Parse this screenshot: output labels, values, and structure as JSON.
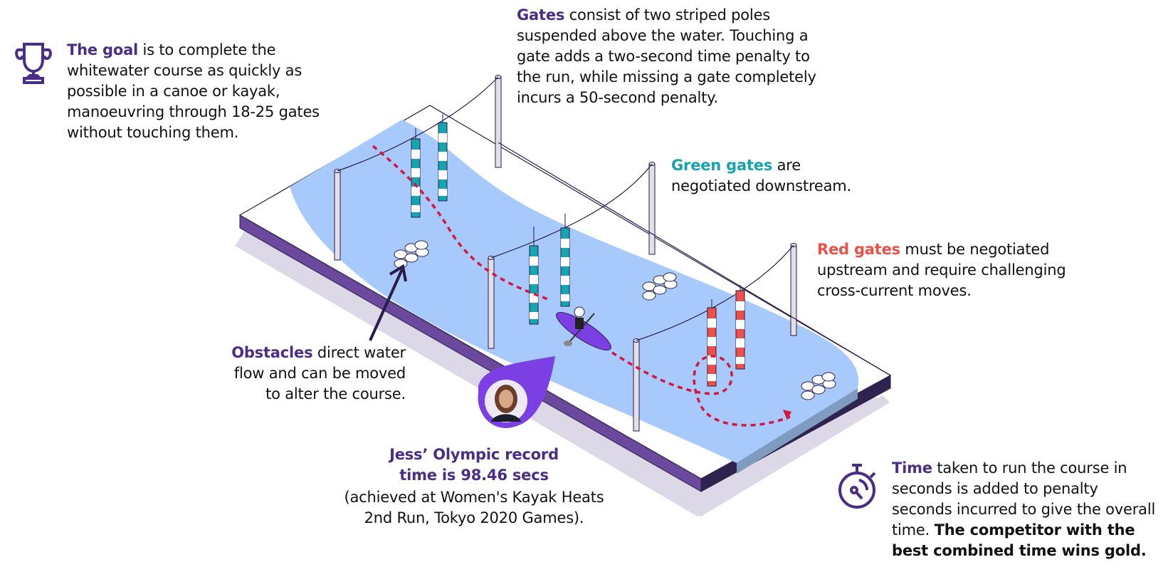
{
  "colors": {
    "purple": "#4a2d86",
    "teal": "#16a5ae",
    "red": "#ee5047",
    "water": "#a8c9fb",
    "kayak": "#7b3fe4",
    "board_side": "#6b4a9e",
    "shadow": "#dad6e6"
  },
  "icons": {
    "trophy": "trophy-icon",
    "stopwatch": "stopwatch-icon"
  },
  "goal": {
    "lead": "The goal",
    "lines": [
      " is to complete the",
      "whitewater course as quickly as",
      "possible in a canoe or kayak,",
      "manoeuvring through 18-25 gates",
      "without touching them."
    ]
  },
  "gates": {
    "lead": "Gates",
    "lines": [
      " consist of two striped poles",
      "suspended above the water. Touching a",
      "gate adds a two-second time penalty to",
      "the run, while missing a gate completely",
      "incurs a 50-second penalty."
    ]
  },
  "green_gates": {
    "lead": "Green gates",
    "lines": [
      " are",
      "negotiated downstream."
    ]
  },
  "red_gates": {
    "lead": "Red gates",
    "lines": [
      " must be negotiated",
      "upstream and require challenging",
      "cross-current moves."
    ]
  },
  "obstacles": {
    "lead": "Obstacles",
    "lines": [
      " direct water",
      "flow and can be moved",
      "to alter the course."
    ]
  },
  "record": {
    "title_lines": [
      "Jess’ Olympic record",
      "time is 98.46 secs"
    ],
    "detail_lines": [
      "(achieved at Women's Kayak Heats",
      "2nd Run, Tokyo 2020 Games)."
    ],
    "avatar": "athlete-portrait"
  },
  "time": {
    "lead": "Time",
    "lines": [
      " taken to run the course in",
      "seconds is added to penalty",
      "seconds incurred to give the overall",
      "time. "
    ],
    "bold_lines": [
      "The competitor with the",
      "best combined time wins gold."
    ]
  }
}
